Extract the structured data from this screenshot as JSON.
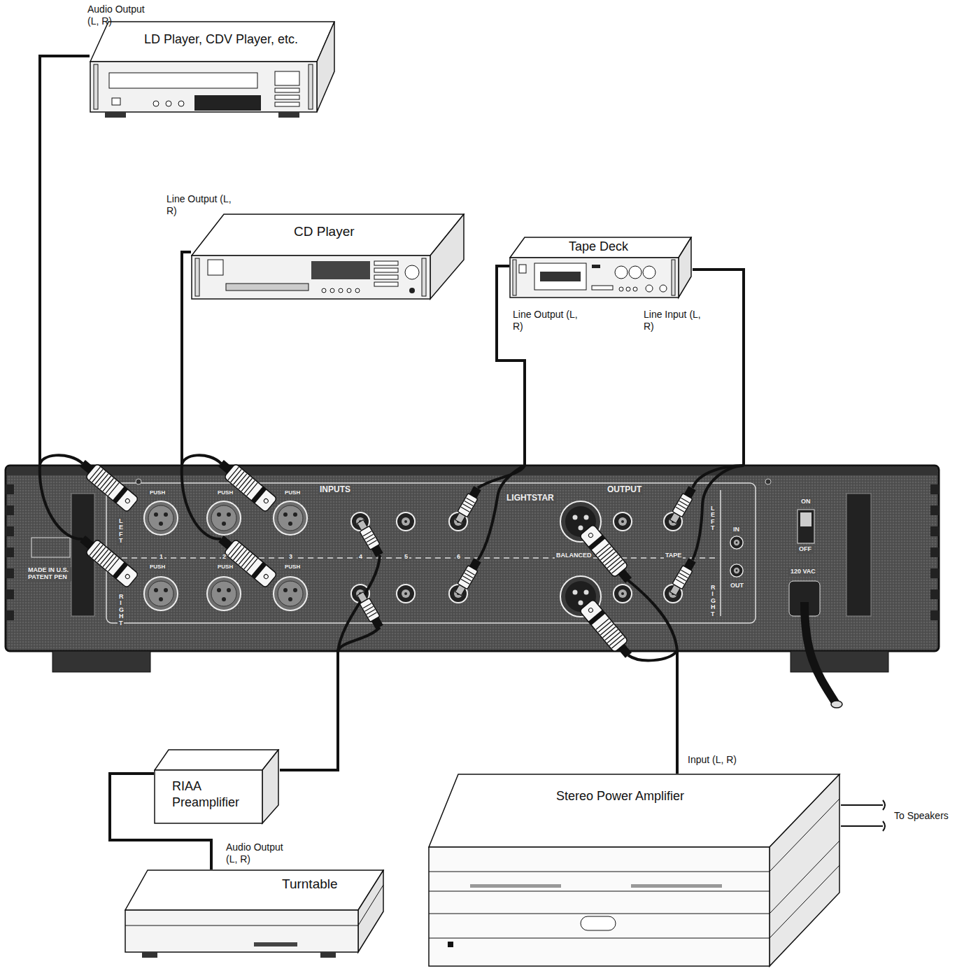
{
  "diagram": {
    "nodes": [
      {
        "text": [
          "LD Player, CDV Player, etc."
        ]
      },
      {
        "text": [
          "CD Player"
        ]
      },
      {
        "text": [
          "Tape Deck"
        ]
      },
      {
        "text": [
          "LIGHTSTAR"
        ]
      },
      {
        "text": [
          "RIAA Preamplifier"
        ]
      },
      {
        "text": [
          "Turntable"
        ]
      },
      {
        "text": [
          "Stereo Power Amplifier"
        ]
      }
    ],
    "edges": [
      {
        "from": 0,
        "to": 3,
        "arrow": "none"
      },
      {
        "from": 1,
        "to": 3,
        "arrow": "none"
      },
      {
        "from": 2,
        "to": 3,
        "arrow": "none"
      },
      {
        "from": 3,
        "to": 2,
        "arrow": "none"
      },
      {
        "from": 4,
        "to": 3,
        "arrow": "none"
      },
      {
        "from": 5,
        "to": 4,
        "arrow": "none"
      },
      {
        "from": 3,
        "to": 6,
        "arrow": "none"
      }
    ],
    "labels": [
      "Audio Output (L, R)",
      "Line Output (L, R)",
      "Line Output (L, R)",
      "Line Input (L, R)",
      "INPUTS",
      "OUTPUT",
      "PUSH",
      "PUSH",
      "PUSH",
      "PUSH",
      "PUSH",
      "PUSH",
      "LEFT",
      "RIGHT",
      "1",
      "2",
      "3",
      "4",
      "5",
      "6",
      "BALANCED",
      "TAPE",
      "LEFT",
      "RIGHT",
      "IN",
      "OUT",
      "ON",
      "OFF",
      "120 VAC",
      "MADE IN U.S. PATENT PEN",
      "Audio Output (L, R)",
      "Input (L, R)",
      "To Speakers"
    ]
  }
}
